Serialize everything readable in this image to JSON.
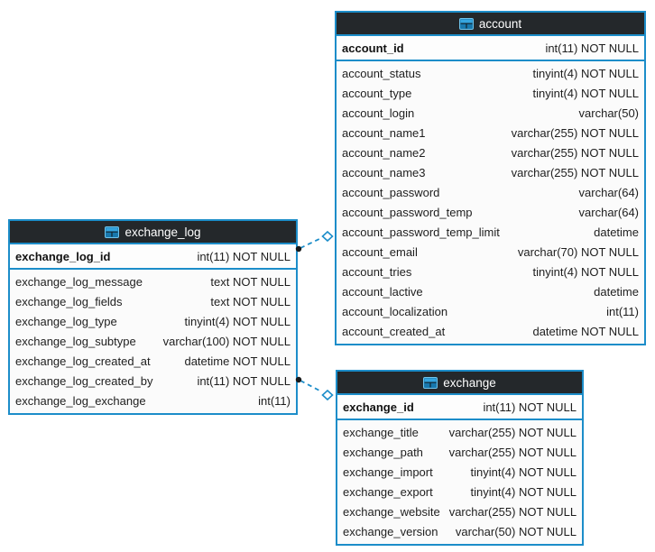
{
  "diagram": {
    "accent_color": "#1c8dc9",
    "header_color": "#24282b",
    "tables": [
      {
        "id": "account",
        "title": "account",
        "pk": {
          "field": "account_id",
          "type": "int(11) NOT NULL"
        },
        "rows": [
          {
            "field": "account_status",
            "type": "tinyint(4) NOT NULL"
          },
          {
            "field": "account_type",
            "type": "tinyint(4) NOT NULL"
          },
          {
            "field": "account_login",
            "type": "varchar(50)"
          },
          {
            "field": "account_name1",
            "type": "varchar(255) NOT NULL"
          },
          {
            "field": "account_name2",
            "type": "varchar(255) NOT NULL"
          },
          {
            "field": "account_name3",
            "type": "varchar(255) NOT NULL"
          },
          {
            "field": "account_password",
            "type": "varchar(64)"
          },
          {
            "field": "account_password_temp",
            "type": "varchar(64)"
          },
          {
            "field": "account_password_temp_limit",
            "type": "datetime"
          },
          {
            "field": "account_email",
            "type": "varchar(70) NOT NULL"
          },
          {
            "field": "account_tries",
            "type": "tinyint(4) NOT NULL"
          },
          {
            "field": "account_lactive",
            "type": "datetime"
          },
          {
            "field": "account_localization",
            "type": "int(11)"
          },
          {
            "field": "account_created_at",
            "type": "datetime NOT NULL"
          }
        ]
      },
      {
        "id": "exchange_log",
        "title": "exchange_log",
        "pk": {
          "field": "exchange_log_id",
          "type": "int(11) NOT NULL"
        },
        "rows": [
          {
            "field": "exchange_log_message",
            "type": "text NOT NULL"
          },
          {
            "field": "exchange_log_fields",
            "type": "text NOT NULL"
          },
          {
            "field": "exchange_log_type",
            "type": "tinyint(4) NOT NULL"
          },
          {
            "field": "exchange_log_subtype",
            "type": "varchar(100) NOT NULL"
          },
          {
            "field": "exchange_log_created_at",
            "type": "datetime NOT NULL"
          },
          {
            "field": "exchange_log_created_by",
            "type": "int(11) NOT NULL"
          },
          {
            "field": "exchange_log_exchange",
            "type": "int(11)"
          }
        ]
      },
      {
        "id": "exchange",
        "title": "exchange",
        "pk": {
          "field": "exchange_id",
          "type": "int(11) NOT NULL"
        },
        "rows": [
          {
            "field": "exchange_title",
            "type": "varchar(255) NOT NULL"
          },
          {
            "field": "exchange_path",
            "type": "varchar(255) NOT NULL"
          },
          {
            "field": "exchange_import",
            "type": "tinyint(4) NOT NULL"
          },
          {
            "field": "exchange_export",
            "type": "tinyint(4) NOT NULL"
          },
          {
            "field": "exchange_website",
            "type": "varchar(255) NOT NULL"
          },
          {
            "field": "exchange_version",
            "type": "varchar(50) NOT NULL"
          }
        ]
      }
    ],
    "relationships": [
      {
        "from": "exchange_log.exchange_log_id",
        "to": "account"
      },
      {
        "from": "exchange_log.exchange_log_created_by",
        "to": "exchange"
      }
    ]
  }
}
